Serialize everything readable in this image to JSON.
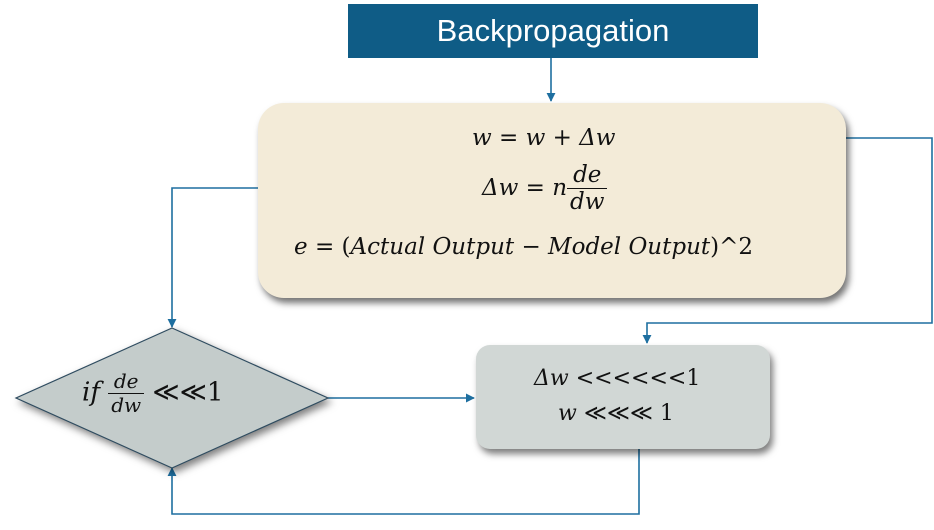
{
  "title": "Backpropagation",
  "colors": {
    "title_bg": "#0f5c86",
    "main_box_bg": "#f3ebd8",
    "decision_bg": "#c4cccb",
    "result_box_bg": "#d1d7d5",
    "arrow": "#1e6fa0"
  },
  "main_box": {
    "eq1": {
      "lhs": "w",
      "eq": "=",
      "rhs_a": "w",
      "op": "+",
      "rhs_b": "Δw"
    },
    "eq2": {
      "lhs": "Δw",
      "eq": "=",
      "coef": "n",
      "num": "de",
      "den": "dw"
    },
    "eq3": {
      "lhs": "e",
      "eq": "=",
      "open": "(",
      "a": "Actual Output",
      "op": "−",
      "b": "Model Output",
      "close": ")^2"
    }
  },
  "decision": {
    "if": "if",
    "num": "de",
    "den": "dw",
    "rel": "≪≪1"
  },
  "result_box": {
    "line1": {
      "var": "Δw",
      "rel": "<<<<<<1"
    },
    "line2": {
      "var": "w",
      "rel": "≪≪≪ 1"
    }
  }
}
